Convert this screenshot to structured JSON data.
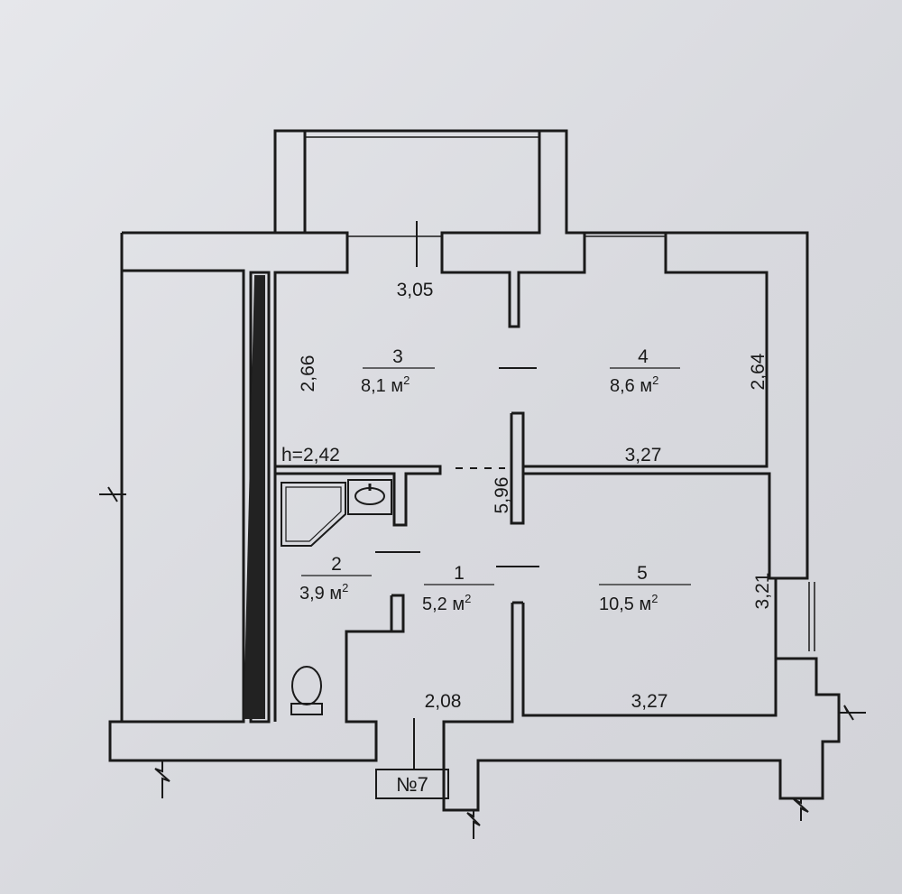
{
  "rooms": [
    {
      "number": "3",
      "area": "8,1 м",
      "sup": "2"
    },
    {
      "number": "4",
      "area": "8,6 м",
      "sup": "2"
    },
    {
      "number": "2",
      "area": "3,9 м",
      "sup": "2"
    },
    {
      "number": "1",
      "area": "5,2 м",
      "sup": "2"
    },
    {
      "number": "5",
      "area": "10,5 м",
      "sup": "2"
    }
  ],
  "dimensions": {
    "balcony_width": "3,05",
    "room3_height": "2,66",
    "room4_height": "2,64",
    "ceiling_height": "h=2,42",
    "room4_width": "3,27",
    "total_length": "5,96",
    "room5_height": "3,21",
    "room5_width": "3,27",
    "entry_width": "2,08"
  },
  "apartment_tag": "№7",
  "colors": {
    "wall": "#1a1a1a",
    "wall_fill": "#dcdde2",
    "shaft": "#222222"
  }
}
